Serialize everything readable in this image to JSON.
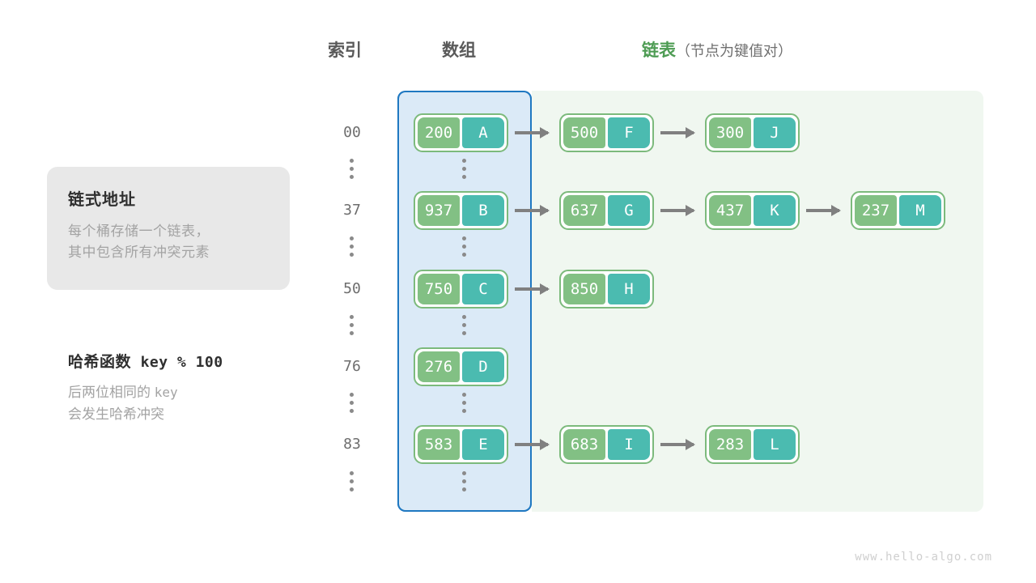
{
  "headers": {
    "index": "索引",
    "array": "数组",
    "list_main": "链表",
    "list_sub": "（节点为键值对）",
    "list_color": "#4e9c54"
  },
  "info_card": {
    "title": "链式地址",
    "line1": "每个桶存储一个链表，",
    "line2": "其中包含所有冲突元素"
  },
  "hash_info": {
    "title_label": "哈希函数",
    "title_expr": "key % 100",
    "note_line1_a": "后两位相同的",
    "note_line1_b": "key",
    "note_line2": "会发生哈希冲突"
  },
  "colors": {
    "key_cell": "#82c084",
    "value_cell": "#4bbbb0",
    "node_border": "#7cba7c",
    "array_panel_bg": "#dbeaf7",
    "array_panel_border": "#1f78c1",
    "list_panel_bg": "#f0f7f0",
    "arrow": "#808080"
  },
  "buckets": [
    {
      "index": "00",
      "nodes": [
        {
          "key": "200",
          "value": "A"
        },
        {
          "key": "500",
          "value": "F"
        },
        {
          "key": "300",
          "value": "J"
        }
      ]
    },
    {
      "index": "37",
      "nodes": [
        {
          "key": "937",
          "value": "B"
        },
        {
          "key": "637",
          "value": "G"
        },
        {
          "key": "437",
          "value": "K"
        },
        {
          "key": "237",
          "value": "M"
        }
      ]
    },
    {
      "index": "50",
      "nodes": [
        {
          "key": "750",
          "value": "C"
        },
        {
          "key": "850",
          "value": "H"
        }
      ]
    },
    {
      "index": "76",
      "nodes": [
        {
          "key": "276",
          "value": "D"
        }
      ]
    },
    {
      "index": "83",
      "nodes": [
        {
          "key": "583",
          "value": "E"
        },
        {
          "key": "683",
          "value": "I"
        },
        {
          "key": "283",
          "value": "L"
        }
      ]
    }
  ],
  "ellipsis_rows": 5,
  "watermark": "www.hello-algo.com"
}
